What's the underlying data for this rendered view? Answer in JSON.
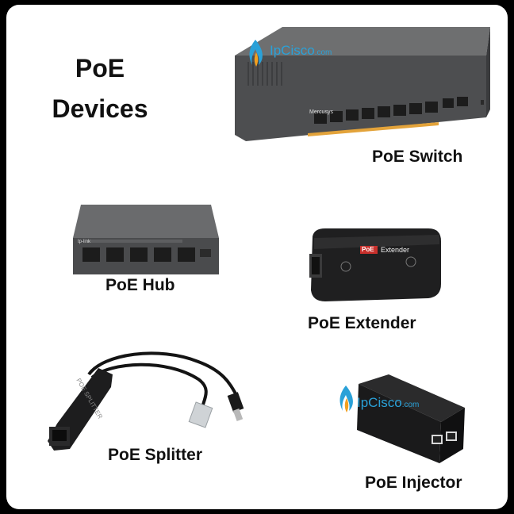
{
  "title": {
    "line1": "PoE",
    "line2": "Devices"
  },
  "watermark": {
    "brand": "IpCisco",
    "suffix": ".com"
  },
  "devices": {
    "switch": {
      "label": "PoE Switch",
      "brand_text": "Mercusys"
    },
    "hub": {
      "label": "PoE Hub",
      "brand_text": "tp-link"
    },
    "extender": {
      "label": "PoE Extender",
      "badge": "PoE",
      "model": "Extender"
    },
    "splitter": {
      "label": "PoE Splitter",
      "body_text": "POE SPLITTER"
    },
    "injector": {
      "label": "PoE Injector"
    }
  },
  "colors": {
    "frame": "#000000",
    "background": "#ffffff",
    "accent": "#2aa1d8",
    "flame": "#f2a01f"
  }
}
